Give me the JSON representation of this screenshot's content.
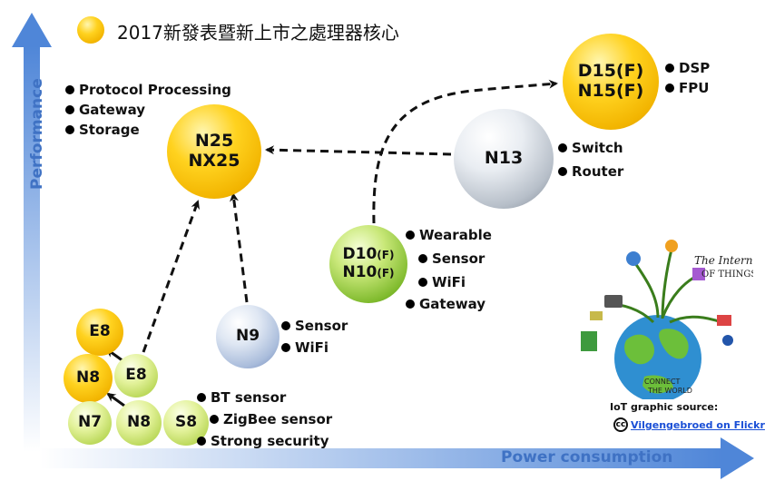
{
  "legend": {
    "title": "2017新發表暨新上市之處理器核心",
    "dot_color": "#f5c400"
  },
  "axes": {
    "y_label": "Performance",
    "x_label": "Power consumption",
    "color": "#3f72c4"
  },
  "nodes": {
    "n25": {
      "line1": "N25",
      "line2": "NX25"
    },
    "d15": {
      "line1": "D15(F)",
      "line2": "N15(F)"
    },
    "n13": {
      "label": "N13"
    },
    "d10": {
      "line1": "D10",
      "line1_suffix": "(F)",
      "line2": "N10",
      "line2_suffix": "(F)"
    },
    "n9": {
      "label": "N9"
    },
    "e8_top": {
      "label": "E8"
    },
    "e8": {
      "label": "E8"
    },
    "n8_yellow": {
      "label": "N8"
    },
    "n7": {
      "label": "N7"
    },
    "n8": {
      "label": "N8"
    },
    "s8": {
      "label": "S8"
    }
  },
  "notes": {
    "n25": [
      "Protocol Processing",
      "Gateway",
      "Storage"
    ],
    "d15": [
      "DSP",
      "FPU"
    ],
    "n13": [
      "Switch",
      "Router"
    ],
    "d10": [
      "Wearable",
      "Sensor",
      "WiFi",
      "Gateway"
    ],
    "n9": [
      "Sensor",
      "WiFi"
    ],
    "s8": [
      "BT sensor",
      "ZigBee sensor",
      "Strong security"
    ]
  },
  "iot_graphic": {
    "title_line1": "The Internet",
    "title_line2": "OF THINGS",
    "connect_line1": "CONNECT",
    "connect_line2": "THE WORLD",
    "source_label": "IoT graphic source:",
    "cc_badge": "cc",
    "source_link": "Vilgengebroed on Flickr"
  }
}
